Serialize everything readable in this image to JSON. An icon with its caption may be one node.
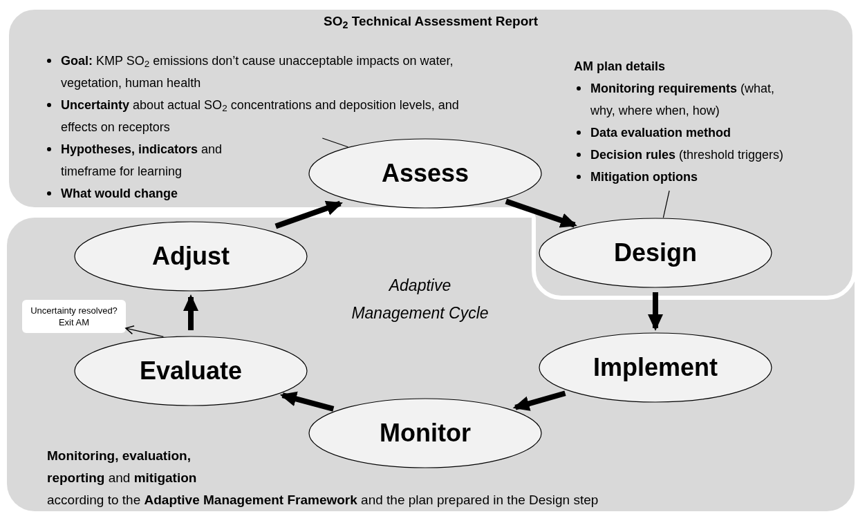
{
  "diagram": {
    "nodes": [
      {
        "text": [
          "SO$_{2}$ Technical Assessment Report"
        ]
      },
      {
        "text": [
          "**Goal:** KMP SO$_{2}$ emissions don’t cause unacceptable impacts on water, vegetation, human health"
        ],
        "in": 0
      },
      {
        "text": [
          "**Uncertainty** about actual SO$_{2}$ concentrations and deposition levels, and effects on receptors"
        ],
        "in": 0
      },
      {
        "text": [
          "**Hypotheses, indicators** and timeframe for learning"
        ],
        "in": 0
      },
      {
        "text": [
          "What would change"
        ],
        "in": 0
      },
      {
        "text": [
          "AM plan details",
          "**Monitoring requirements** (what, why, where when, how)",
          "Data evaluation method",
          "**Decision rules** (threshold triggers)",
          "Mitigation options"
        ],
        "in": 0
      },
      {
        "text": [
          "**Monitoring, evaluation, reporting** and **mitigation**",
          "according to the **Adaptive Management Framework** and the plan prepared in the Design step"
        ]
      },
      {
        "text": [
          "Assess"
        ],
        "in": 0
      },
      {
        "text": [
          "Design"
        ]
      },
      {
        "text": [
          "Implement"
        ],
        "in": 6
      },
      {
        "text": [
          "Monitor"
        ],
        "in": 6
      },
      {
        "text": [
          "Evaluate"
        ],
        "in": 6
      },
      {
        "text": [
          "Adjust"
        ],
        "in": 6
      },
      {
        "text": [
          "Uncertainty resolved? Exit AM"
        ],
        "in": 6
      }
    ],
    "edges": [
      {
        "from": 2,
        "to": 7,
        "arrow": "none"
      },
      {
        "from": 5,
        "to": 8,
        "arrow": "none"
      },
      {
        "from": 7,
        "to": 8,
        "arrow": "to"
      },
      {
        "from": 8,
        "to": 9,
        "arrow": "to"
      },
      {
        "from": 9,
        "to": 10,
        "arrow": "to"
      },
      {
        "from": 10,
        "to": 11,
        "arrow": "to"
      },
      {
        "from": 11,
        "to": 12,
        "arrow": "to"
      },
      {
        "from": 12,
        "to": 7,
        "arrow": "to"
      },
      {
        "from": 11,
        "to": 13,
        "arrow": "to"
      }
    ],
    "labels": [
      "Adaptive Management Cycle"
    ]
  }
}
